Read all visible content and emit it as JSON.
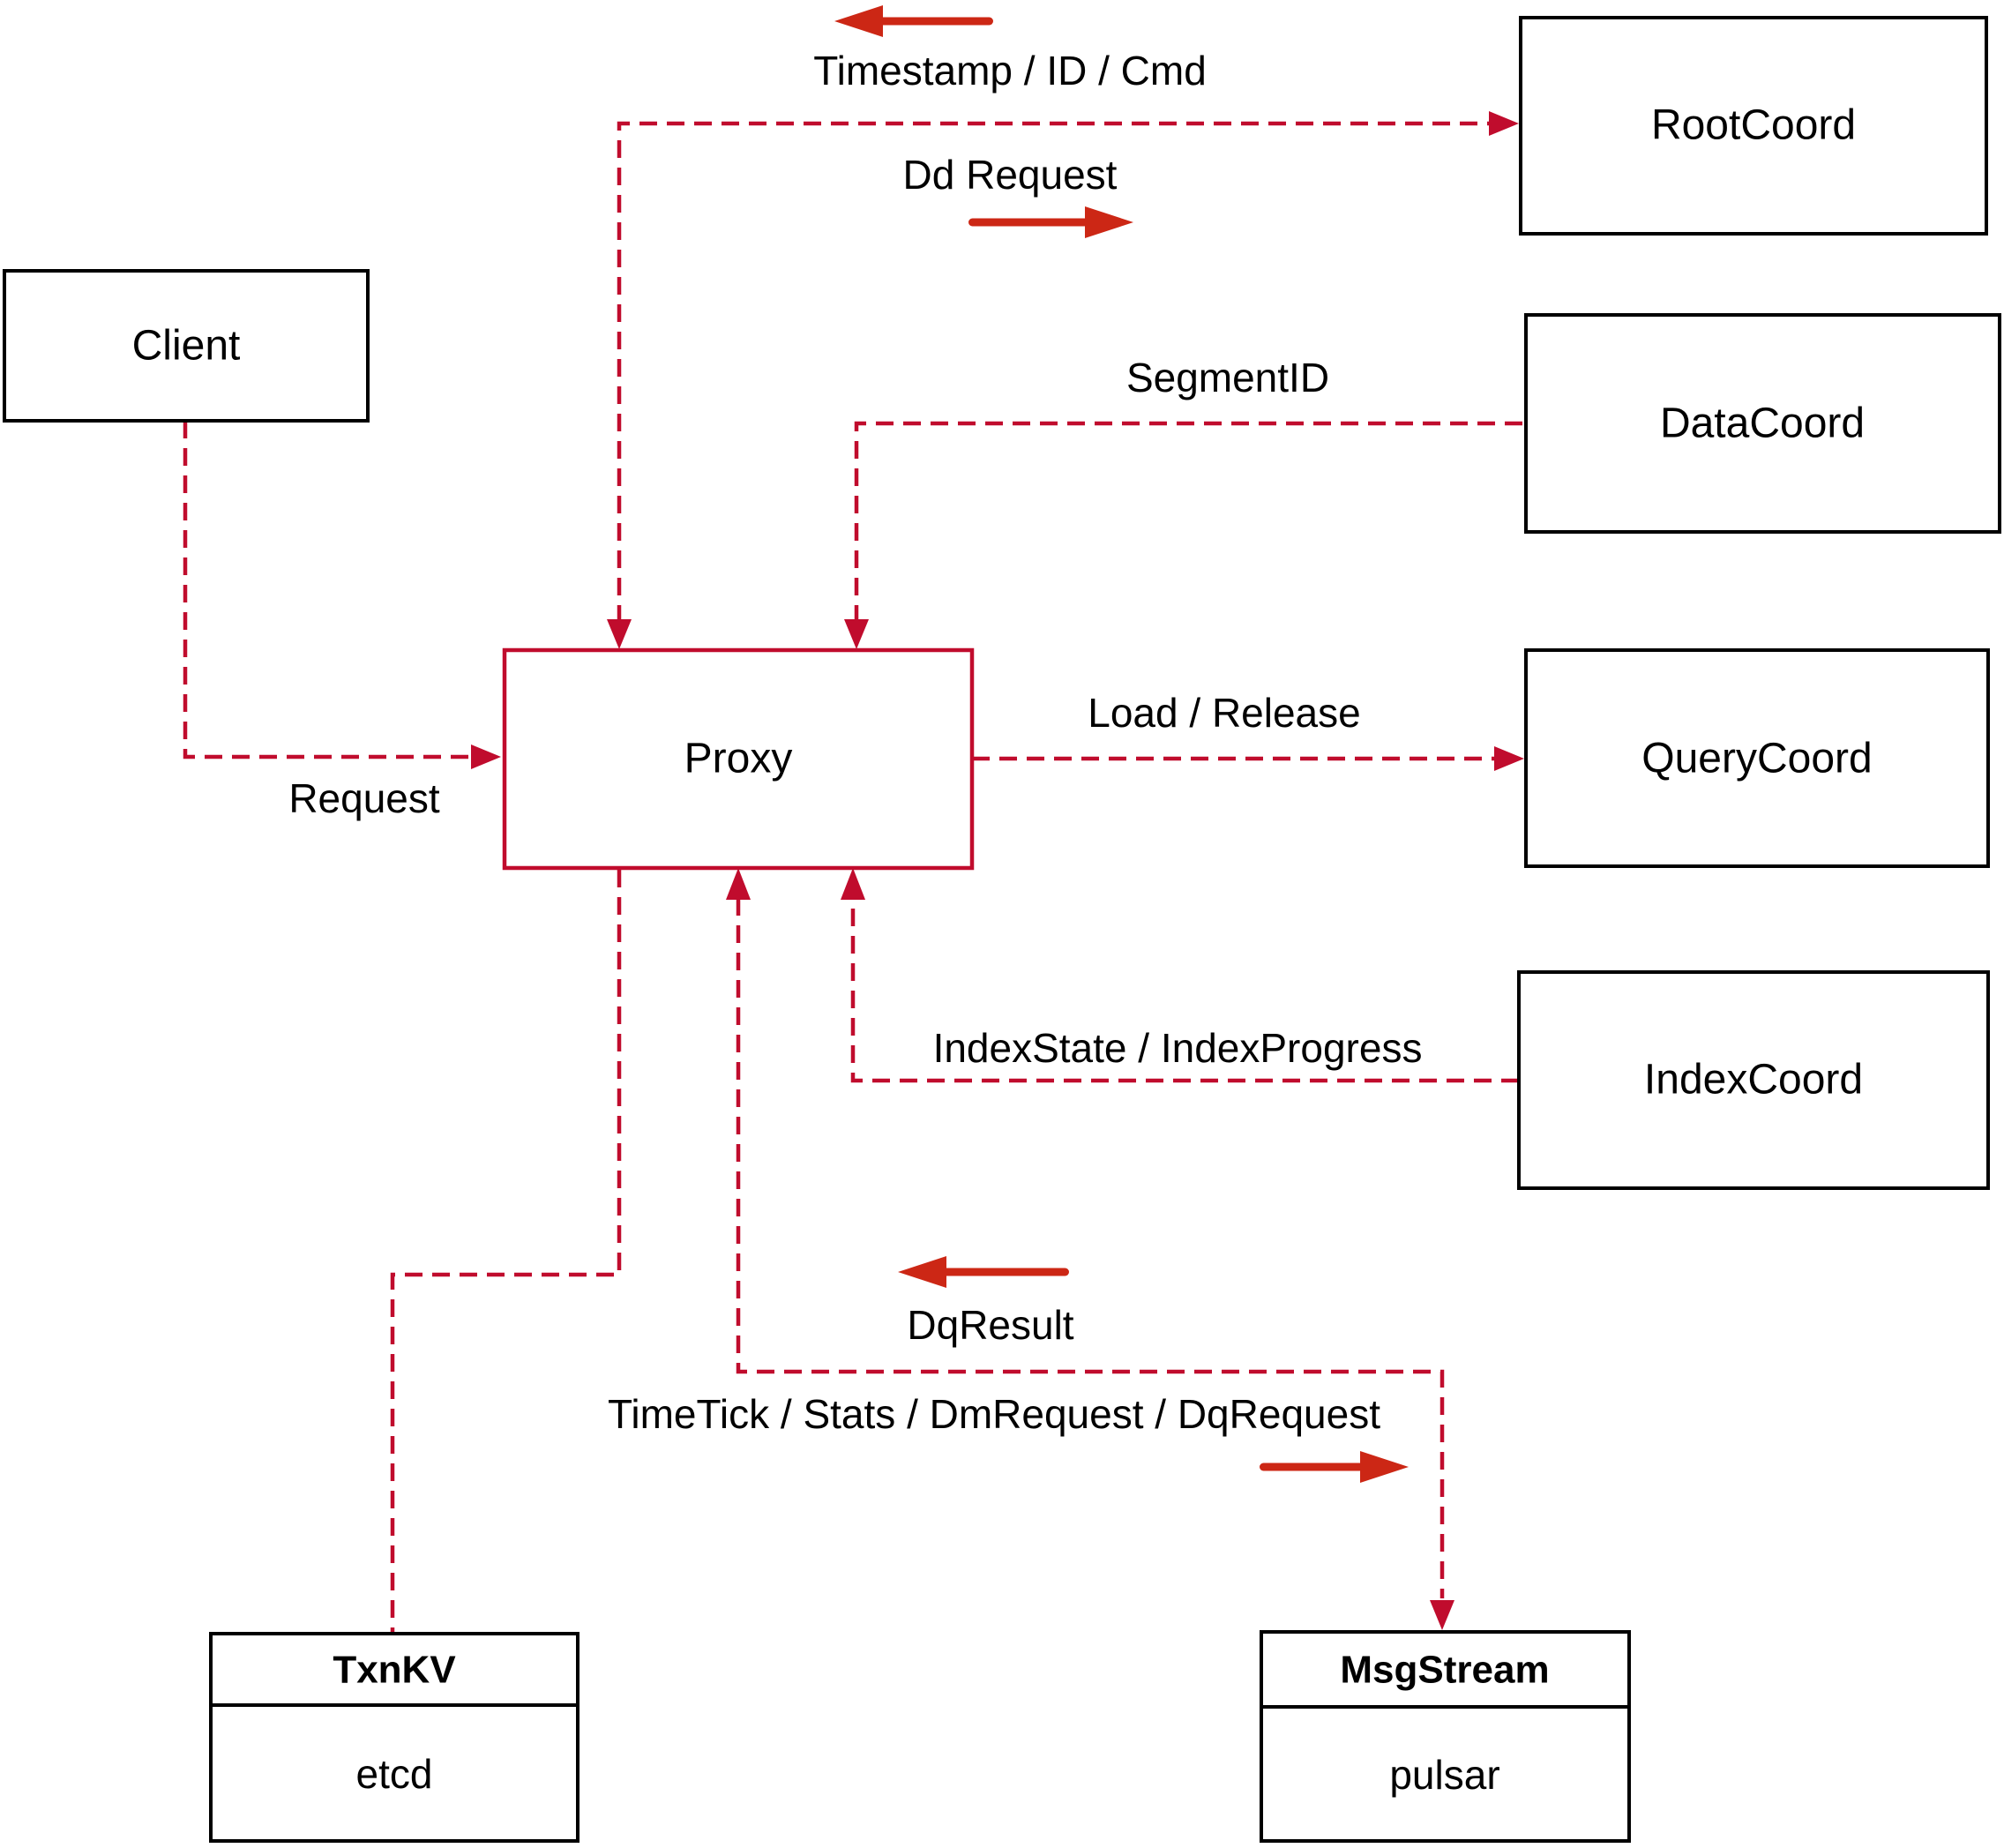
{
  "colors": {
    "connector": "#C00C2D",
    "proxy_accent": "#C00C2D",
    "annotation_arrow": "#CC2715",
    "box_border": "#000000",
    "text": "#000000",
    "background": "#FFFFFF"
  },
  "nodes": {
    "client": {
      "label": "Client"
    },
    "rootcoord": {
      "label": "RootCoord"
    },
    "datacoord": {
      "label": "DataCoord"
    },
    "querycoord": {
      "label": "QueryCoord"
    },
    "indexcoord": {
      "label": "IndexCoord"
    },
    "proxy": {
      "label": "Proxy"
    },
    "txnkv": {
      "title": "TxnKV",
      "body": "etcd"
    },
    "msgstream": {
      "title": "MsgStream",
      "body": "pulsar"
    }
  },
  "edges": {
    "proxy_rootcoord": {
      "label_response": "Timestamp / ID / Cmd",
      "label_request": "Dd Request"
    },
    "datacoord_proxy": {
      "label": "SegmentID"
    },
    "proxy_querycoord": {
      "label": "Load / Release"
    },
    "indexcoord_proxy": {
      "label": "IndexState / IndexProgress"
    },
    "client_proxy": {
      "label": "Request"
    },
    "proxy_msgstream": {
      "label_response": "DqResult",
      "label_request": "TimeTick / Stats / DmRequest / DqRequest"
    }
  }
}
